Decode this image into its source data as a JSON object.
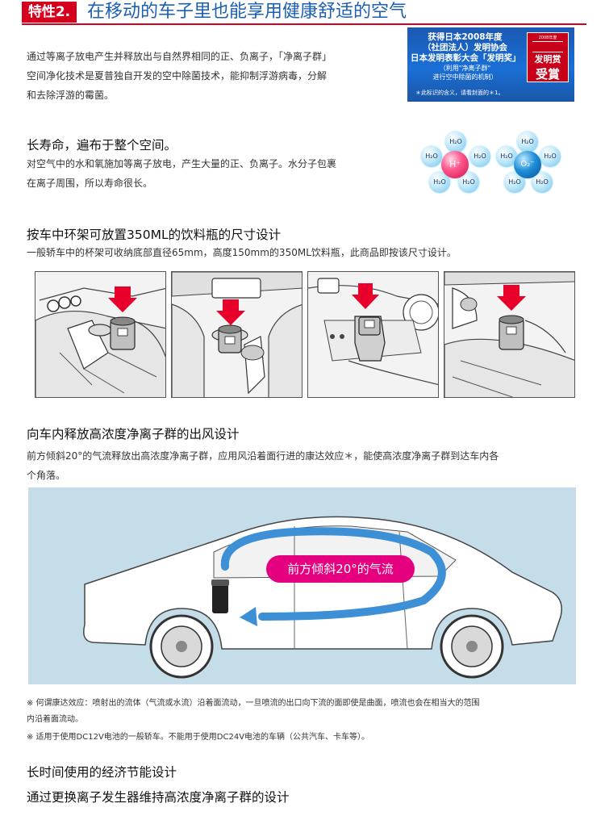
{
  "header": {
    "badge": "特性2.",
    "title": "在移动的车子里也能享用健康舒适的空气"
  },
  "intro": {
    "lines": [
      "通过等离子放电产生并释放出与自然界相同的正、负离子，「净离子群」",
      "空间净化技术是夏普独自开发的空中除菌技术，能抑制浮游病毒，分解",
      "和去除浮游的霉菌。"
    ]
  },
  "award": {
    "line1": "获得日本2008年度",
    "line2": "（社团法人）发明协会",
    "line3": "日本发明表彰大会「发明奖」",
    "line4": "（利用\"净离子群\"",
    "line5": "进行空中除菌的机制）",
    "note": "＊此标识的含义，请看封面的＊1。",
    "seal_top": "2008年度",
    "seal_a": "发明赏",
    "seal_b": "受賞"
  },
  "section_longevity": {
    "heading": "长寿命，遍布于整个空间。",
    "lines": [
      "对空气中的水和氧施加等离子放电，产生大量的正、负离子。水分子包裹",
      "在离子周围，所以寿命很长。"
    ]
  },
  "molecules": {
    "water": "H₂O",
    "positive": "H⁺",
    "negative": "O₂⁻"
  },
  "section_cupholder": {
    "heading": "按车中环架可放置350ML的饮料瓶的尺寸设计",
    "line": "一般轿车中的杯架可收纳底部直径65mm，高度150mm的350ML饮料瓶，此商品即按该尺寸设计。"
  },
  "section_airflow": {
    "heading": "向车内释放高浓度净离子群的出风设计",
    "lines": [
      "前方倾斜20°的气流释放出高浓度净离子群，应用风沿着面行进的康达效应＊，能使高浓度净离子群到达车内各",
      "个角落。"
    ],
    "diagram_label": "前方倾斜20°的气流"
  },
  "notes": [
    "※ 何谓康达效应：喷射出的流体（气流或水流）沿着面流动，一旦喷流的出口向下流的面即使是曲面，喷流也会在相当大的范围",
    "内沿着面流动。",
    "※ 适用于使用DC12V电池的一般轿车。不能用于使用DC24V电池的车辆（公共汽车、卡车等）。"
  ],
  "section_economy": {
    "heading": "长时间使用的经济节能设计",
    "subheading": "通过更换离子发生器维持高浓度净离子群的设计"
  },
  "colors": {
    "badge_red": "#d5001d",
    "title_blue": "#1b5fb5",
    "arrow_red": "#e8002a",
    "flow_blue": "#3d8fd6",
    "flow_bg": "#c4dde9",
    "label_pink": "#e5007f"
  }
}
